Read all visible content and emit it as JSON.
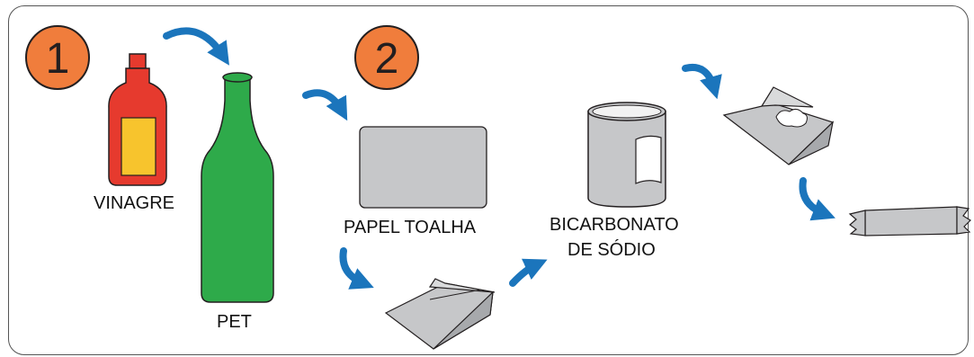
{
  "steps": [
    {
      "number": "1"
    },
    {
      "number": "2"
    }
  ],
  "items": {
    "vinegar": "VINAGRE",
    "pet": "PET",
    "paper_towel": "PAPEL TOALHA",
    "bicarbonate_line1": "BICARBONATO",
    "bicarbonate_line2": "DE SÓDIO"
  },
  "colors": {
    "step_badge": "#f07d3c",
    "arrow": "#1b75bc",
    "bottle_red": "#e63a2e",
    "bottle_label": "#f7c42d",
    "pet_green": "#2eaa4a",
    "paper_gray": "#c6c7c9",
    "outline": "#231f20"
  }
}
